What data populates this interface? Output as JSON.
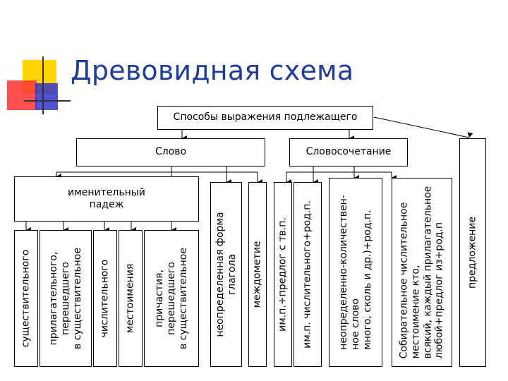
{
  "title": "Древовидная схема",
  "root": "Способы выражения подлежащего",
  "level1": {
    "slovo": "Слово",
    "slovosochetanie": "Словосочетание",
    "predlozhenie": "предложение"
  },
  "level2": {
    "imenitelny_padezh": "именительный\nпадеж",
    "neopredelennaya_forma": "неопределенная форма\nглагола",
    "mezhdometie": "междометие",
    "im_p_predlog": "им.п.+предлог с тв.п.",
    "im_p_chislitelnogo": "им.п. числительного+род.п.",
    "neopredelenno_kolichestvennoe": "неопределенно-количествен-\nное слово\nмного, сколь и др.)+род.п.",
    "sobiratelnoe": "Собирательное числительное\nместоимение кто,\nвсякий, каждый прилагательное\nлюбой+предлог из+род.п"
  },
  "level3": {
    "sushchestvitelnogo": "существительного",
    "prilagatelnogo": "прилагательного,\nперешедшего\nв существительное",
    "chislitelnogo": "числительного",
    "mestoimeniya": "местоимения",
    "prichastiya": "причастия,\nперешедшего\nв существительное"
  },
  "colors": {
    "title": "#1f3d99",
    "deco_yellow": "#ffd400",
    "deco_red": "#ff2a2a",
    "deco_blue": "#3333cc"
  }
}
